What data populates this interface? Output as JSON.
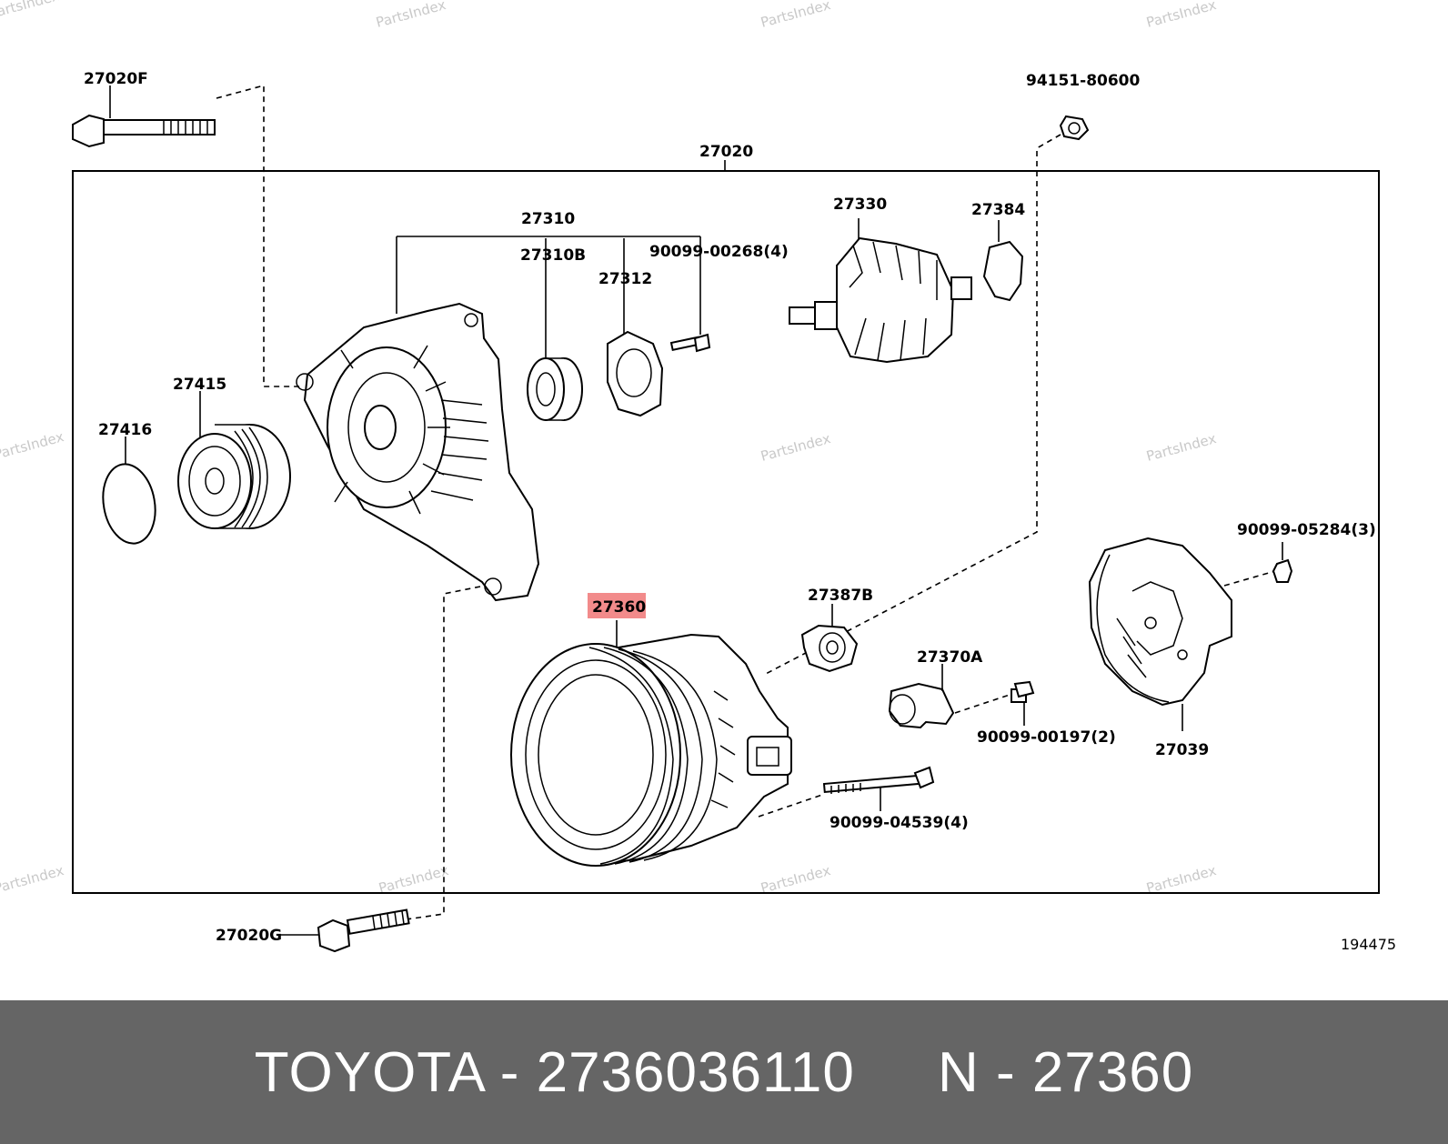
{
  "labels": {
    "bolt_top": "27020F",
    "nut_top": "94151-80600",
    "assembly": "27020",
    "frame_assy": "27310",
    "bearing": "27310B",
    "retainer_screw": "90099-00268(4)",
    "retainer": "27312",
    "rotor": "27330",
    "rotor_seal": "27384",
    "pulley": "27415",
    "pulley_cap": "27416",
    "stator": "27360",
    "regulator": "27387B",
    "brush_holder": "27370A",
    "brush_screw": "90099-00197(2)",
    "nut_right": "90099-05284(3)",
    "end_cover": "27039",
    "through_bolt": "90099-04539(4)",
    "bolt_bottom": "27020G",
    "diagram_number": "194475"
  },
  "watermark": "PartsIndex",
  "highlight_color": "#f28b8b",
  "footer": {
    "text": "TOYOTA - 2736036110     N - 27360"
  }
}
